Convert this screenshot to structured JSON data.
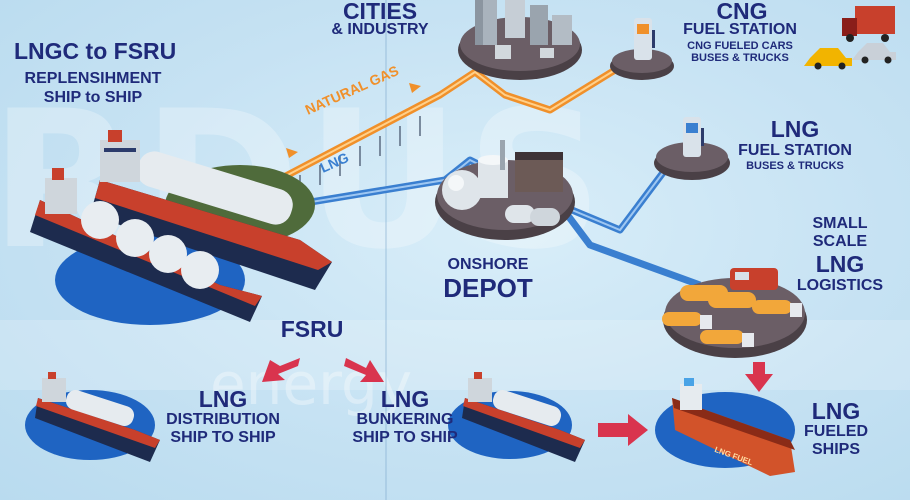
{
  "colors": {
    "navy": "#1f2a7a",
    "natural_gas_pipe": "#f0902a",
    "lng_pipe": "#3a7fd0",
    "arrow": "#d9344e",
    "platform": "#4a4046",
    "hull_red": "#c8402c",
    "hull_dark": "#1d2b4e",
    "water_blue": "#1f64c2"
  },
  "labels": {
    "lngc_title": "LNGC to FSRU",
    "lngc_sub1": "REPLENSIHMENT",
    "lngc_sub2": "SHIP to SHIP",
    "cities_title": "CITIES",
    "cities_sub": "& INDUSTRY",
    "natural_gas": "NATURAL GAS",
    "lng_pipe": "LNG",
    "cng_title": "CNG",
    "cng_sub1": "FUEL STATION",
    "cng_sub2": "CNG FUELED CARS",
    "cng_sub3": "BUSES & TRUCKS",
    "lngfs_title": "LNG",
    "lngfs_sub1": "FUEL STATION",
    "lngfs_sub2": "BUSES & TRUCKS",
    "ss_line1": "SMALL",
    "ss_line2": "SCALE",
    "ss_line3": "LNG",
    "ss_line4": "LOGISTICS",
    "depot_line1": "ONSHORE",
    "depot_line2": "DEPOT",
    "fsru": "FSRU",
    "dist_title": "LNG",
    "dist_line1": "DISTRIBUTION",
    "dist_line2": "SHIP TO SHIP",
    "bunk_title": "LNG",
    "bunk_line1": "BUNKERING",
    "bunk_line2": "SHIP TO SHIP",
    "fueled_title": "LNG",
    "fueled_line1": "FUELED",
    "fueled_line2": "SHIPS",
    "ship_name": "LNG FUEL",
    "watermark_a": "RDUS",
    "watermark_b": "energy"
  },
  "icons": [
    "city-buildings-icon",
    "fuel-pump-icon",
    "truck-icon",
    "car-icon",
    "lng-tanker-icon",
    "fsru-ship-icon",
    "depot-tank-icon",
    "train-icon",
    "tanker-truck-icon",
    "arrow-icon"
  ]
}
